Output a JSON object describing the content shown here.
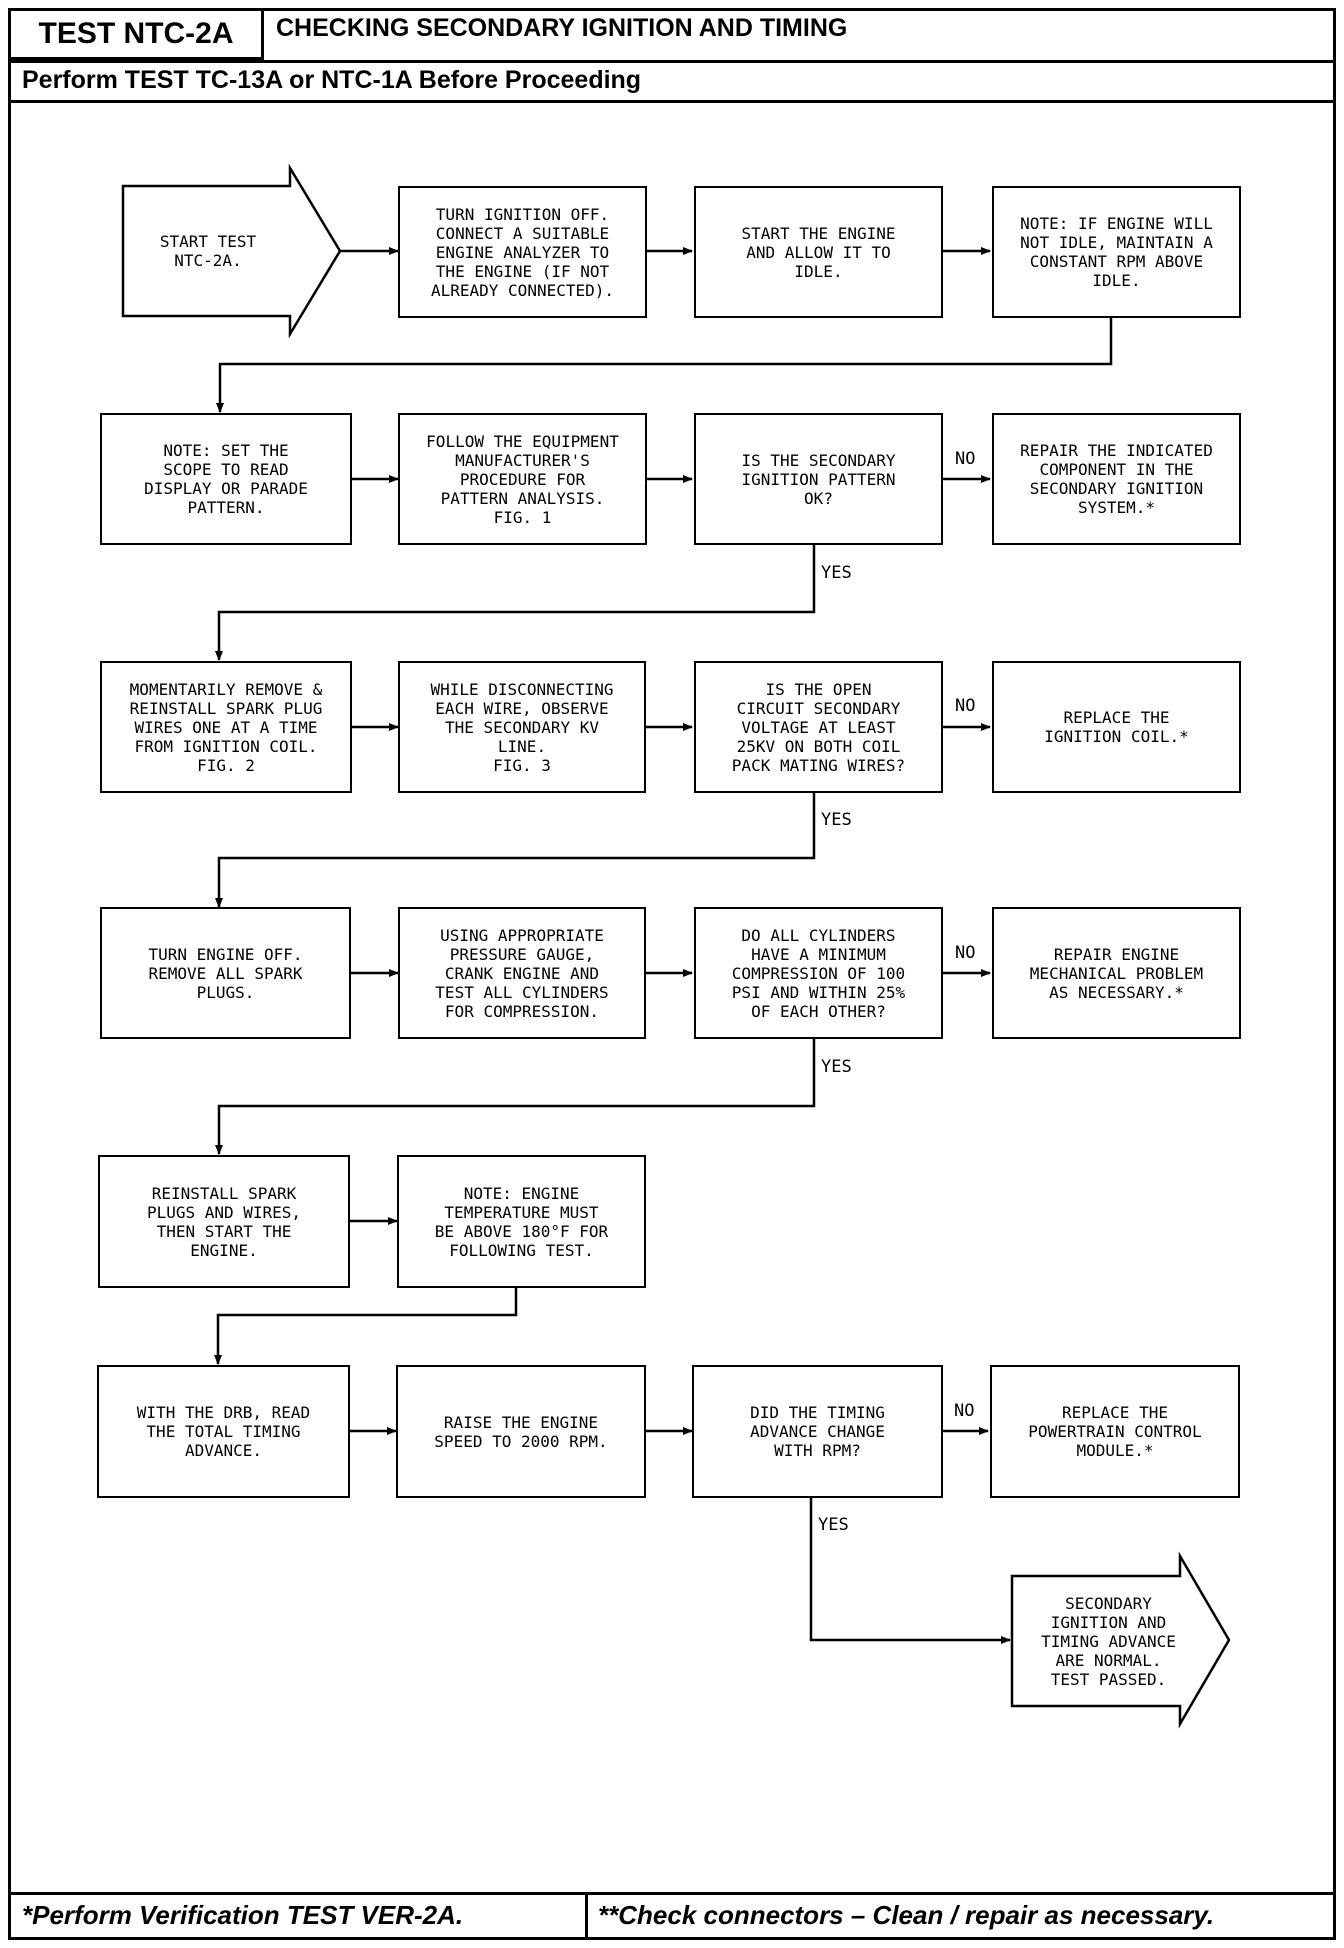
{
  "header": {
    "test_id": "TEST NTC-2A",
    "title": "CHECKING SECONDARY IGNITION AND TIMING",
    "prerequisite": "Perform TEST TC-13A or NTC-1A Before Proceeding"
  },
  "footer": {
    "left": "*Perform Verification TEST VER-2A.",
    "right": "**Check connectors – Clean / repair as necessary."
  },
  "flow": {
    "start": "START TEST\nNTC-2A.",
    "r1b2": "TURN IGNITION OFF.\nCONNECT A SUITABLE\nENGINE ANALYZER TO\nTHE ENGINE (IF NOT\nALREADY CONNECTED).",
    "r1b3": "START THE ENGINE\nAND ALLOW IT TO\nIDLE.",
    "r1b4": "NOTE: IF ENGINE WILL\nNOT IDLE, MAINTAIN A\nCONSTANT RPM ABOVE\nIDLE.",
    "r2b1": "NOTE: SET THE\nSCOPE TO READ\nDISPLAY OR PARADE\nPATTERN.",
    "r2b2": "FOLLOW THE EQUIPMENT\nMANUFACTURER'S\nPROCEDURE FOR\nPATTERN ANALYSIS.\nFIG. 1",
    "r2b3": "IS THE SECONDARY\nIGNITION PATTERN\nOK?",
    "r2b4": "REPAIR THE INDICATED\nCOMPONENT IN THE\nSECONDARY IGNITION\nSYSTEM.*",
    "r3b1": "MOMENTARILY REMOVE &\nREINSTALL SPARK PLUG\nWIRES ONE AT A TIME\nFROM IGNITION COIL.\nFIG. 2",
    "r3b2": "WHILE DISCONNECTING\nEACH WIRE, OBSERVE\nTHE SECONDARY KV\nLINE.\nFIG. 3",
    "r3b3": "IS THE OPEN\nCIRCUIT SECONDARY\nVOLTAGE AT LEAST\n25KV ON BOTH COIL\nPACK MATING WIRES?",
    "r3b4": "REPLACE THE\nIGNITION COIL.*",
    "r4b1": "TURN ENGINE OFF.\nREMOVE ALL SPARK\nPLUGS.",
    "r4b2": "USING APPROPRIATE\nPRESSURE GAUGE,\nCRANK ENGINE AND\nTEST ALL CYLINDERS\nFOR COMPRESSION.",
    "r4b3": "DO ALL CYLINDERS\nHAVE A MINIMUM\nCOMPRESSION OF 100\nPSI AND WITHIN 25%\nOF EACH OTHER?",
    "r4b4": "REPAIR ENGINE\nMECHANICAL PROBLEM\nAS NECESSARY.*",
    "r5b1": "REINSTALL SPARK\nPLUGS AND WIRES,\nTHEN START THE\nENGINE.",
    "r5b2": "NOTE: ENGINE\nTEMPERATURE MUST\nBE ABOVE 180°F FOR\nFOLLOWING TEST.",
    "r6b1": "WITH THE DRB, READ\nTHE TOTAL TIMING\nADVANCE.",
    "r6b2": "RAISE THE ENGINE\nSPEED TO 2000 RPM.",
    "r6b3": "DID THE TIMING\nADVANCE CHANGE\nWITH RPM?",
    "r6b4": "REPLACE THE\nPOWERTRAIN CONTROL\nMODULE.*",
    "end": "SECONDARY\nIGNITION AND\nTIMING ADVANCE\nARE NORMAL.\nTEST PASSED."
  },
  "labels": {
    "no": "NO",
    "yes": "YES"
  }
}
